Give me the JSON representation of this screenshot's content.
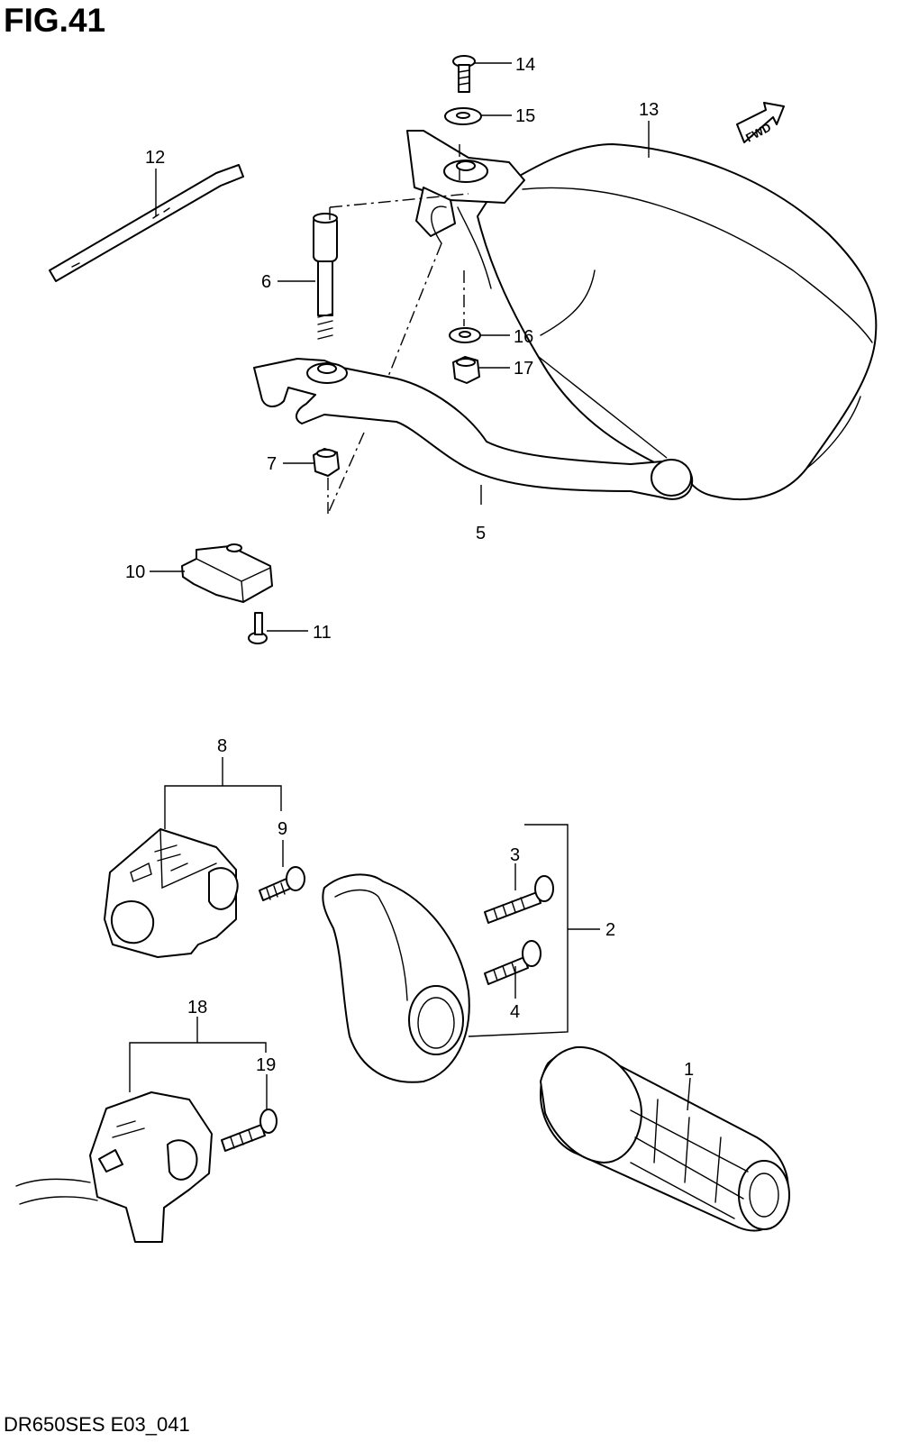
{
  "figure": {
    "title": "FIG.41",
    "code": "DR650SES E03_041"
  },
  "direction_badge": "FWD",
  "callouts": [
    {
      "id": "c1",
      "label": "1"
    },
    {
      "id": "c2",
      "label": "2"
    },
    {
      "id": "c3",
      "label": "3"
    },
    {
      "id": "c4",
      "label": "4"
    },
    {
      "id": "c5",
      "label": "5"
    },
    {
      "id": "c6",
      "label": "6"
    },
    {
      "id": "c7",
      "label": "7"
    },
    {
      "id": "c8",
      "label": "8"
    },
    {
      "id": "c9",
      "label": "9"
    },
    {
      "id": "c10",
      "label": "10"
    },
    {
      "id": "c11",
      "label": "11"
    },
    {
      "id": "c12",
      "label": "12"
    },
    {
      "id": "c13",
      "label": "13"
    },
    {
      "id": "c14",
      "label": "14"
    },
    {
      "id": "c15",
      "label": "15"
    },
    {
      "id": "c16",
      "label": "16"
    },
    {
      "id": "c17",
      "label": "17"
    },
    {
      "id": "c18",
      "label": "18"
    },
    {
      "id": "c19",
      "label": "19"
    }
  ]
}
